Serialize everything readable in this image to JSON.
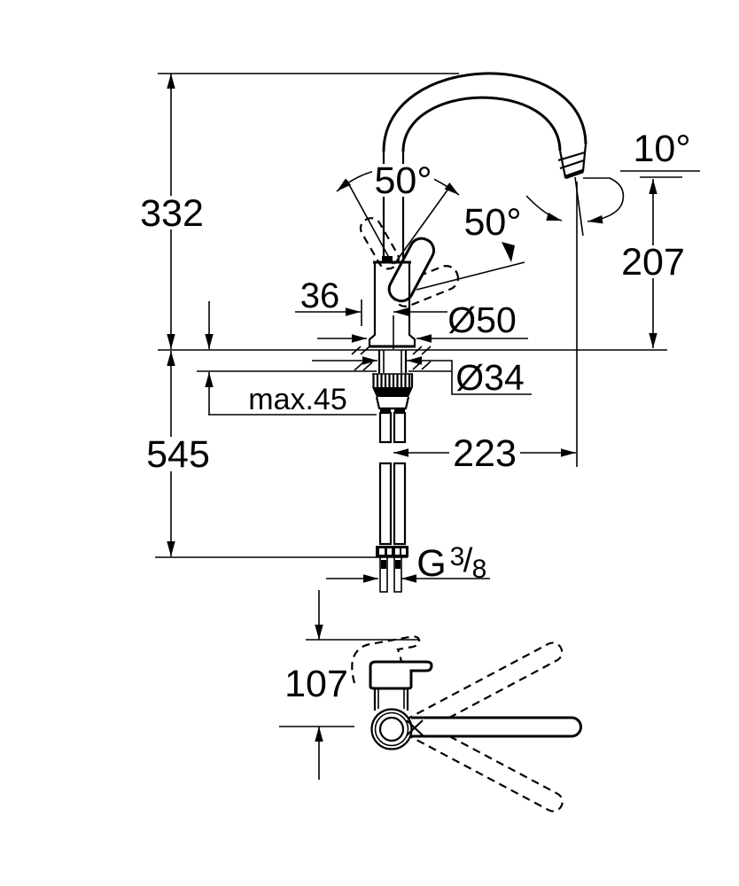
{
  "drawing": {
    "dimensions": {
      "overall_height": "332",
      "height_below_deck": "545",
      "outlet_height": "207",
      "spout_reach": "223",
      "lever_angle_up": "50°",
      "lever_angle_down": "50°",
      "outlet_angle": "10°",
      "lever_offset": "36",
      "base_diameter": "Ø50",
      "shank_diameter": "Ø34",
      "max_deck_thickness": "max.45",
      "lever_top_view_reach": "107"
    },
    "thread": {
      "g": "G",
      "numerator": "3",
      "slash": "/",
      "denominator": "8"
    },
    "line_color": "#000000",
    "background_color": "#ffffff"
  }
}
